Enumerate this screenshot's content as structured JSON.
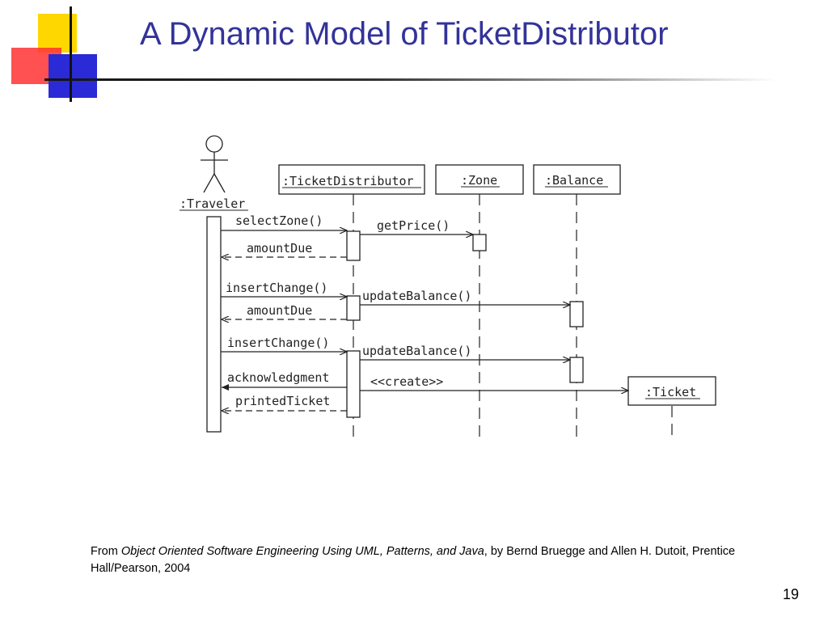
{
  "slide": {
    "title": "A Dynamic Model of TicketDistributor",
    "page_number": "19"
  },
  "diagram": {
    "actor": ":Traveler",
    "objects": [
      ":TicketDistributor",
      ":Zone",
      ":Balance",
      ":Ticket"
    ],
    "messages": {
      "select_zone": "selectZone()",
      "get_price": "getPrice()",
      "amount_due_1": "amountDue",
      "insert_change_1": "insertChange()",
      "update_balance_1": "updateBalance()",
      "amount_due_2": "amountDue",
      "insert_change_2": "insertChange()",
      "update_balance_2": "updateBalance()",
      "acknowledgment": "acknowledgment",
      "create": "<<create>>",
      "printed_ticket": "printedTicket"
    }
  },
  "caption": {
    "prefix": "From ",
    "book_title": "Object Oriented Software Engineering Using UML, Patterns, and Java",
    "suffix": ", by Bernd Bruegge and Allen H. Dutoit, Prentice Hall/Pearson, 2004"
  }
}
